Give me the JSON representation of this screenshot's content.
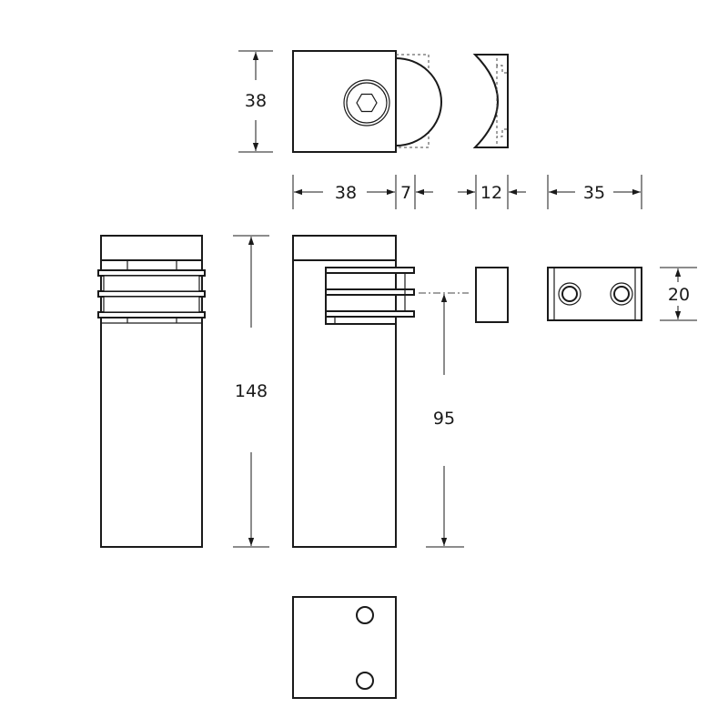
{
  "dimensions": {
    "top_height": "38",
    "top_width": "38",
    "offset": "7",
    "clamp_width": "12",
    "block_width": "35",
    "block_height": "20",
    "total_height": "148",
    "mount_height": "95"
  }
}
